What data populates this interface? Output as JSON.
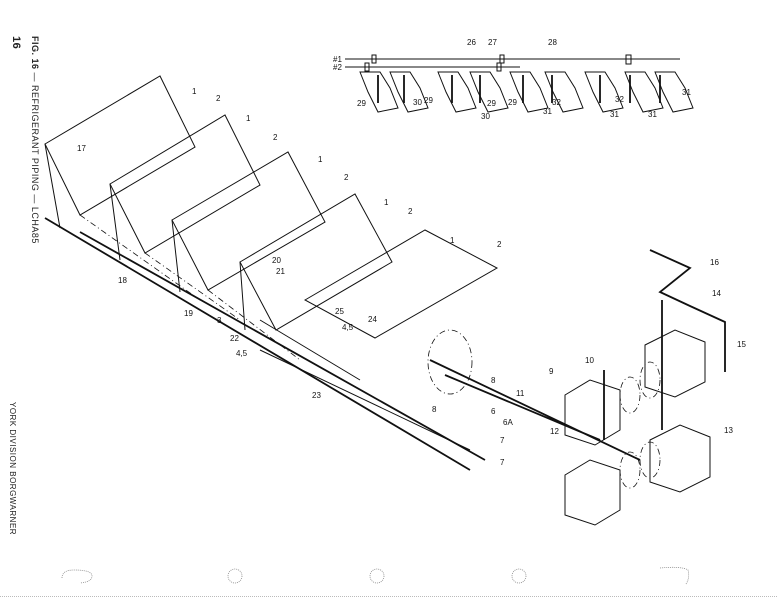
{
  "page": {
    "number": "16",
    "figure_label": "FIG. 16",
    "figure_title": "— REFRIGERANT PIPING — LCHA85",
    "footer_brand": "YORK DIVISION BORGWARNER"
  },
  "diagram": {
    "callouts_main": [
      "1",
      "2",
      "1",
      "2",
      "1",
      "2",
      "1",
      "2",
      "1",
      "2",
      "17",
      "18",
      "19",
      "20",
      "21",
      "22",
      "3",
      "25",
      "4,5",
      "4,5",
      "24",
      "23",
      "8",
      "8",
      "6",
      "6A",
      "7",
      "7",
      "9",
      "11",
      "12",
      "10",
      "16",
      "14",
      "15",
      "13"
    ],
    "callouts_inset": [
      "26",
      "27",
      "28",
      "29",
      "30",
      "29",
      "29",
      "30",
      "29",
      "32",
      "31",
      "32",
      "31",
      "31",
      "31"
    ],
    "inset_line_markers": [
      "#1",
      "#2"
    ]
  }
}
